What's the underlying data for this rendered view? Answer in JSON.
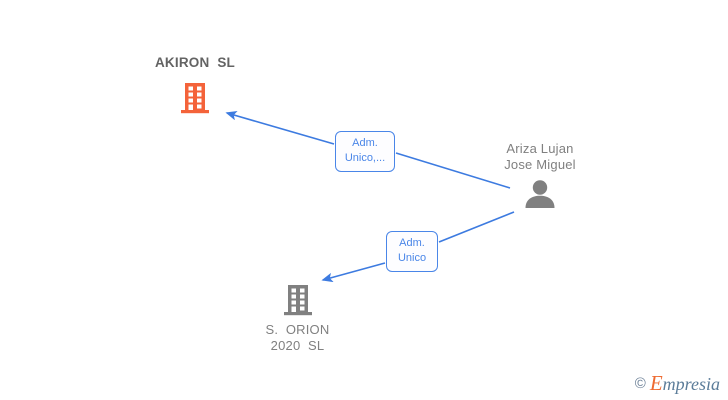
{
  "diagram": {
    "type": "org-relationship-graph",
    "background_color": "#ffffff",
    "nodes": [
      {
        "id": "akiron",
        "kind": "company",
        "icon": "building-icon",
        "label": "AKIRON  SL",
        "color": "#f4633a",
        "highlight": true
      },
      {
        "id": "person",
        "kind": "person",
        "icon": "person-icon",
        "label_line1": "Ariza Lujan",
        "label_line2": "Jose Miguel",
        "color": "#808080",
        "highlight": false
      },
      {
        "id": "orion",
        "kind": "company",
        "icon": "building-icon",
        "label_line1": "S.  ORION",
        "label_line2": "2020  SL",
        "color": "#808080",
        "highlight": false
      }
    ],
    "edges": [
      {
        "id": "edge-1",
        "from": "person",
        "to": "akiron",
        "label": "Adm.\nUnico,...",
        "color": "#4a86e8"
      },
      {
        "id": "edge-2",
        "from": "person",
        "to": "orion",
        "label": "Adm.\nUnico",
        "color": "#4a86e8"
      }
    ]
  },
  "watermark": {
    "copyright": "©",
    "brand_initial": "E",
    "brand_rest": "mpresia"
  }
}
